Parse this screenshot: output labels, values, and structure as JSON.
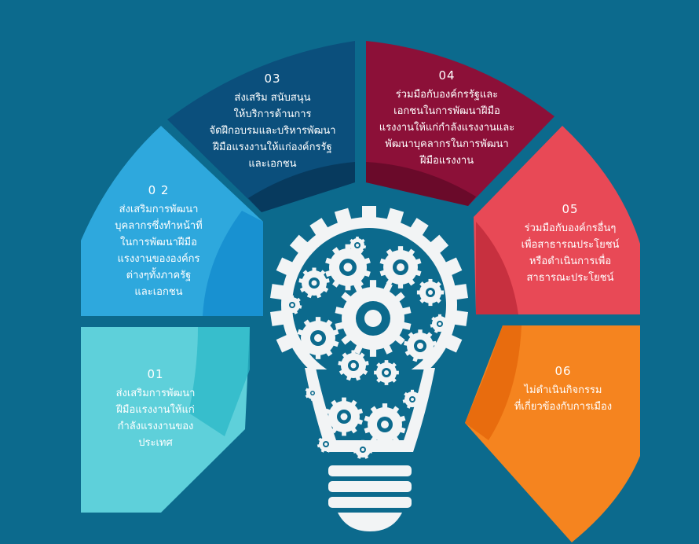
{
  "colors": {
    "background": "#0c6a8d",
    "seg01": "#5ed0da",
    "seg01_light": "#7ad8e1",
    "seg01_accent": "#2bb8c7",
    "seg02": "#2ea8dd",
    "seg02_accent": "#168ecf",
    "seg03": "#0b4f7c",
    "seg03_accent": "#073a5e",
    "seg04": "#8c1038",
    "seg04_accent": "#6a0a2a",
    "seg05": "#e84956",
    "seg05_accent": "#c7303f",
    "seg06": "#f5841f",
    "seg06_accent": "#e86c0e",
    "bulb": "#f2f4f5"
  },
  "segments": [
    {
      "id": "01",
      "number": "01",
      "text": "ส่งเสริมการพัฒนา\nฝีมือแรงงานให้แก่\nกำลังแรงงานของ\nประเทศ"
    },
    {
      "id": "02",
      "number": "0 2",
      "text": "ส่งเสริมการพัฒนา\nบุคลากรซึ่งทำหน้าที่\nในการพัฒนาฝีมือ\nแรงงานขององค์กร\nต่างๆทั้งภาครัฐ\nและเอกชน"
    },
    {
      "id": "03",
      "number": "03",
      "text": "ส่งเสริม สนับสนุน\nให้บริการด้านการ\nจัดฝึกอบรมและบริหารพัฒนา\nฝีมือแรงงานให้แก่องค์กรรัฐ\nและเอกชน"
    },
    {
      "id": "04",
      "number": "04",
      "text": "ร่วมมือกับองค์กรรัฐและ\nเอกชนในการพัฒนาฝีมือ\nแรงงานให้แก่กำลังแรงงานและ\nพัฒนาบุคลากรในการพัฒนา\nฝีมือแรงงาน"
    },
    {
      "id": "05",
      "number": "05",
      "text": "ร่วมมือกับองค์กรอื่นๆ\nเพื่อสาธารณประโยชน์\nหรือดำเนินการเพื่อ\nสาธารณะประโยชน์"
    },
    {
      "id": "06",
      "number": "06",
      "text": "ไม่ดำเนินกิจกรรม\nที่เกี่ยวข้องกับการเมือง"
    }
  ],
  "center_icon": "lightbulb-with-gears-icon"
}
